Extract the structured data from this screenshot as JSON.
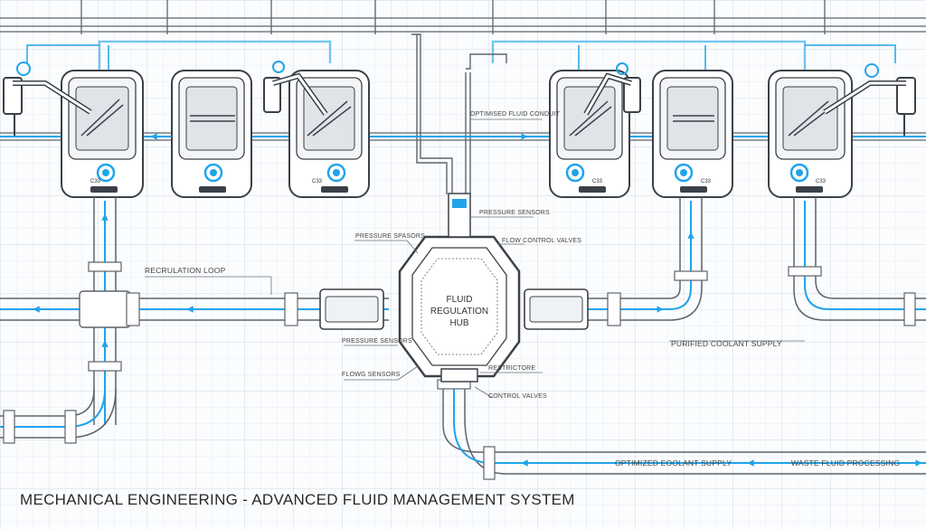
{
  "title": "MECHANICAL ENGINEERING - ADVANCED FLUID MANAGEMENT SYSTEM",
  "hub": {
    "line1": "FLUID",
    "line2": "REGULATION",
    "line3": "HUB"
  },
  "labels": {
    "optimized_fluid_conduit": "OPTIMISED FLUID CONDUIT",
    "recirculation_loop": "RECRULATION LOOP",
    "pressure_sensors_top_left": "PRESSURE SPASORS",
    "pressure_sensors_top_right": "PRESSURE SENSORS",
    "flow_control_valves": "FLOW CONTROL VALVES",
    "pressure_sensors_bottom_left": "PRESSURE SENSORS",
    "flow_sensors": "FLOWG SENSORS",
    "control_bottom_right": "RESTRICTORE",
    "control_valves": "CONTROL VALVES",
    "purified_coolant_supply": "PURIFIED COOLANT SUPPLY",
    "optimized_coolant_supply": "OPTIMIZED EOOLANT SUPPLY",
    "waste_fluid_processing": "WASTE FLUID PROCESSING"
  },
  "device_code": "C33",
  "colors": {
    "pipe_blue": "#1fa4ea",
    "pipe_gray": "#5d646b",
    "grid": "#dde5ee",
    "grid_major": "#c9d3dd",
    "ink": "#3b4148"
  }
}
